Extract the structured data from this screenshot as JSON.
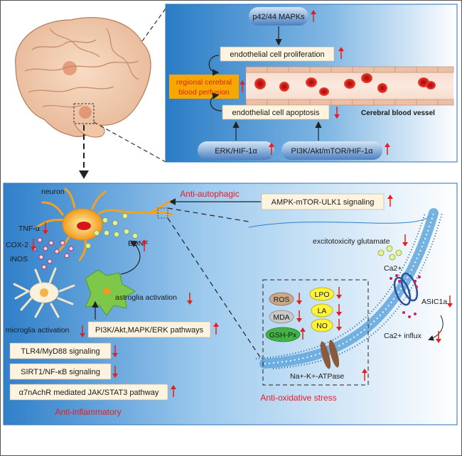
{
  "top_panel": {
    "mapk": "p42/44 MAPKs",
    "proliferation": "endothelial cell proliferation",
    "perfusion_line1": "regional cerebral",
    "perfusion_line2": "blood perfusion",
    "apoptosis": "endothelial cell apoptosis",
    "vessel_label": "Cerebral blood vessel",
    "erk": "ERK/HIF-1α",
    "pi3k": "PI3K/Akt/mTOR/HIF-1α"
  },
  "bottom_panel": {
    "anti_autophagic": "Anti-autophagic",
    "ampk": "AMPK-mTOR-ULK1 signaling",
    "neuron": "neuron",
    "tnf": "TNF-α",
    "cox": "COX-2",
    "inos": "iNOS",
    "bdnf": "BDNF",
    "astroglia": "astroglia activation",
    "microglia": "microglia  activation",
    "pi3k_pathways": "PI3K/Akt,MAPK/ERK pathways",
    "tlr4": "TLR4/MyD88 signaling",
    "sirt1": "SIRT1/NF-κB signaling",
    "a7": "α7nAchR mediated JAK/STAT3 pathway",
    "anti_inflammatory": "Anti-inflammatory",
    "glutamate": "excitotoxicity glutamate",
    "ca2": "Ca2+",
    "asic": "ASIC1a",
    "ca_influx": "Ca2+ influx",
    "ros": "ROS",
    "mda": "MDA",
    "gsh": "GSH-Px",
    "lpo": "LPO",
    "la": "LA",
    "no": "NO",
    "atpase": "Na+-K+-ATPase",
    "anti_oxidative": "Anti-oxidative stress"
  },
  "colors": {
    "up_arrow": "#e0201a",
    "down_arrow": "#e0201a",
    "highlight_orange": "#f6a800",
    "title_red": "#e01f26",
    "panel_blue": "#2f7fc9"
  }
}
